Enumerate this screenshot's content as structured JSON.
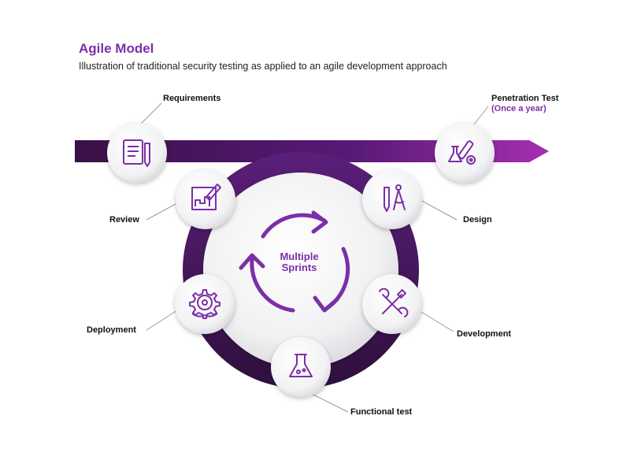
{
  "header": {
    "title": "Agile Model",
    "subtitle": "Illustration of traditional security testing as applied to an agile development approach"
  },
  "center": {
    "line1": "Multiple",
    "line2": "Sprints"
  },
  "nodes": [
    {
      "label": "Requirements",
      "icon": "clipboard-pencil-icon"
    },
    {
      "label": "Review",
      "icon": "chart-pencil-icon"
    },
    {
      "label": "Design",
      "icon": "compass-pencil-icon"
    },
    {
      "label": "Deployment",
      "icon": "gear-icon"
    },
    {
      "label": "Development",
      "icon": "wrench-screwdriver-icon"
    },
    {
      "label": "Functional test",
      "icon": "flask-icon"
    }
  ],
  "penetration": {
    "label": "Penetration Test",
    "sub": "(Once a year)",
    "icon": "lab-tools-icon"
  },
  "colors": {
    "accent": "#7b2fa8",
    "dark_purple": "#3a1048",
    "arrow_end": "#9b2fa8"
  }
}
